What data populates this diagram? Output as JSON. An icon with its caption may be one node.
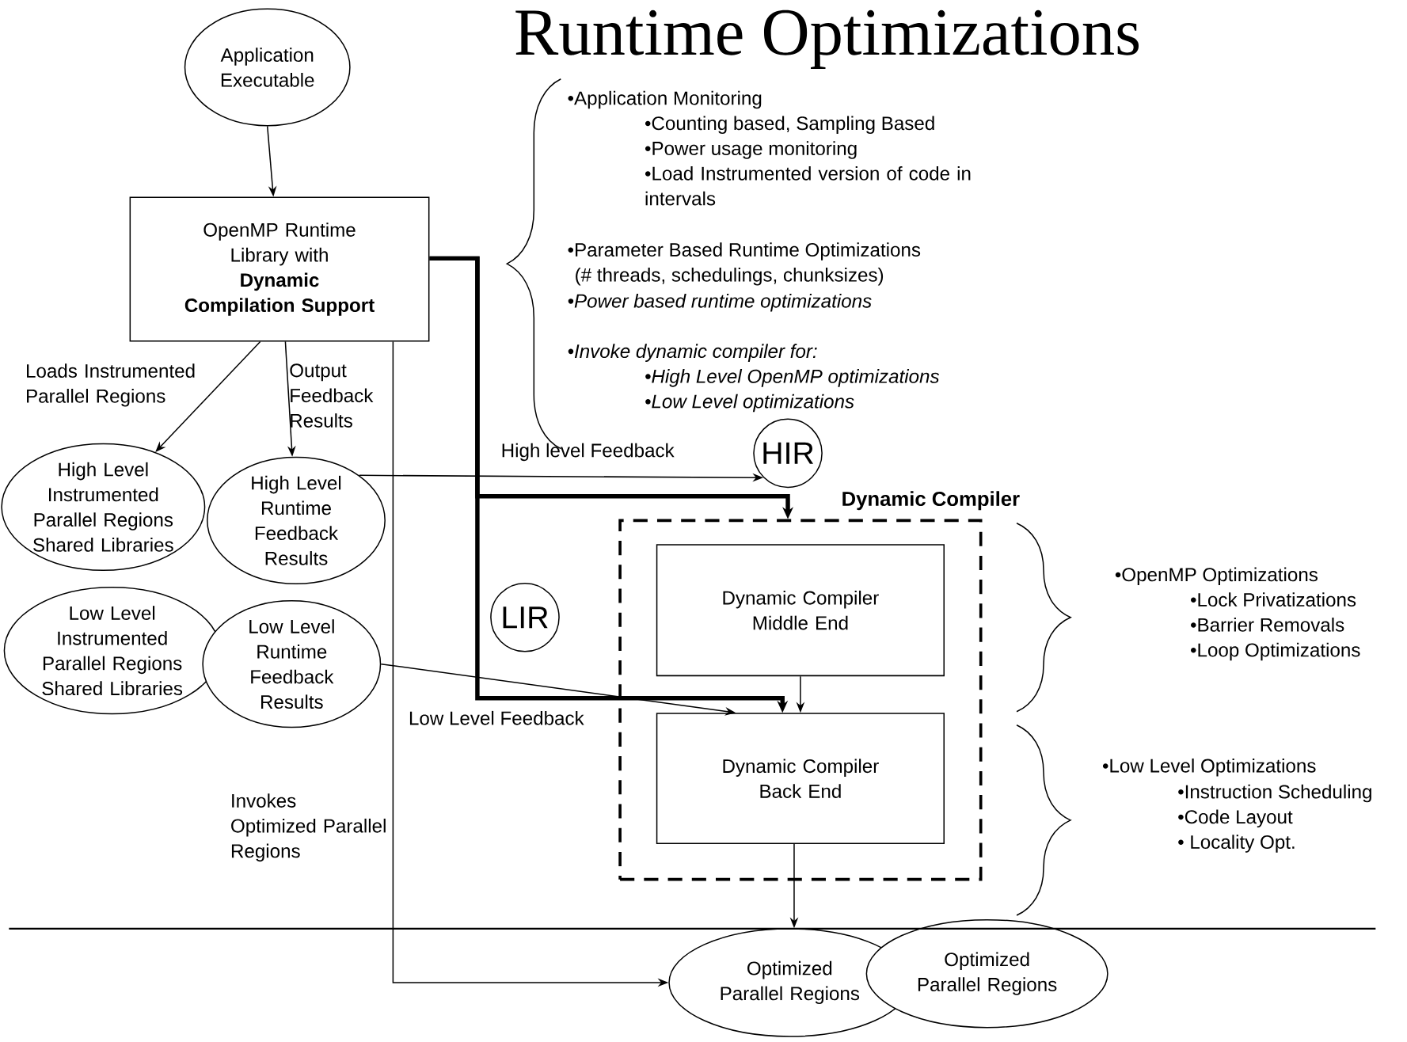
{
  "diagram": {
    "title": "Runtime Optimizations",
    "nodes": [
      {
        "text": [
          "Application Executable"
        ]
      },
      {
        "text": [
          "OpenMP Runtime Library with",
          "Dynamic Compilation Support"
        ]
      },
      {
        "text": [
          "High Level Instrumented Parallel Regions Shared Libraries"
        ]
      },
      {
        "text": [
          "High Level Runtime Feedback Results"
        ]
      },
      {
        "text": [
          "Low Level Instrumented Parallel Regions Shared Libraries"
        ]
      },
      {
        "text": [
          "Low Level Runtime Feedback Results"
        ]
      },
      {
        "text": [
          "HIR"
        ]
      },
      {
        "text": [
          "LIR"
        ]
      },
      {
        "text": [
          "Dynamic Compiler"
        ]
      },
      {
        "text": [
          "Dynamic Compiler Middle End"
        ],
        "in": 8
      },
      {
        "text": [
          "Dynamic Compiler Back End"
        ],
        "in": 8
      },
      {
        "text": [
          "Optimized Parallel Regions"
        ]
      },
      {
        "text": [
          "Optimized Parallel Regions"
        ]
      }
    ],
    "edges": [
      {
        "from": 0,
        "to": 1,
        "arrow": "to"
      },
      {
        "from": 1,
        "to": 2,
        "arrow": "to",
        "label": "Loads Instrumented Parallel Regions"
      },
      {
        "from": 1,
        "to": 3,
        "arrow": "to",
        "label": "Output Feedback Results"
      },
      {
        "from": 3,
        "to": 6,
        "arrow": "to",
        "label": "High level Feedback"
      },
      {
        "from": 5,
        "to": 10,
        "arrow": "to",
        "label": "Low Level Feedback"
      },
      {
        "from": 1,
        "to": 8,
        "arrow": "to",
        "style": "thick"
      },
      {
        "from": 1,
        "to": 10,
        "arrow": "to",
        "style": "thick"
      },
      {
        "from": 9,
        "to": 10,
        "arrow": "to"
      },
      {
        "from": 10,
        "to": 11,
        "arrow": "to"
      },
      {
        "from": 1,
        "to": 11,
        "arrow": "to",
        "label": "Invokes Optimized Parallel Regions"
      }
    ],
    "labels": [
      "•Application Monitoring",
      "•Counting based, Sampling Based",
      "•Power usage monitoring",
      "•Load Instrumented version of code in intervals",
      "•Parameter Based Runtime Optimizations",
      "(# threads, schedulings, chunksizes)",
      "•Power based runtime optimizations",
      "•Invoke dynamic compiler for:",
      "•High Level OpenMP optimizations",
      "•Low Level optimizations",
      "•OpenMP Optimizations",
      "•Lock Privatizations",
      "•Barrier Removals",
      "•Loop Optimizations",
      "•Low Level Optimizations",
      "•Instruction Scheduling",
      "•Code Layout",
      "• Locality Opt."
    ]
  }
}
